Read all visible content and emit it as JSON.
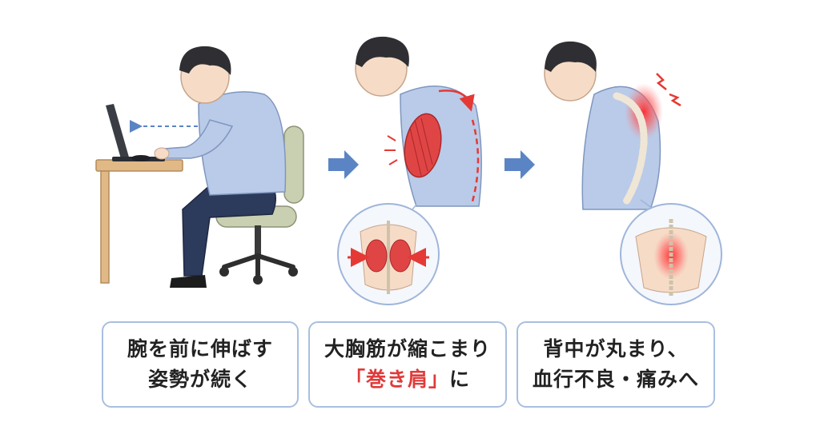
{
  "colors": {
    "shirt": "#b9cbe8",
    "shirt_shadow": "#9fb5da",
    "pants": "#2c3b5c",
    "hair": "#2f2f33",
    "skin": "#f6dcc7",
    "muscle": "#e04545",
    "accent_arrow": "#5b84c4",
    "pain": "#e53935",
    "caption_border": "#a9bfe0",
    "desk": "#e0b987",
    "chair": "#c9cfb1"
  },
  "icons": [
    "right-arrow-icon",
    "pain-spark-icon",
    "double-arrow-icon"
  ],
  "captions": {
    "step1": {
      "line1": "腕を前に伸ばす",
      "line2": "姿勢が続く"
    },
    "step2": {
      "line1": "大胸筋が縮こまり",
      "line2_highlight": "「巻き肩」",
      "line2_rest": "に"
    },
    "step3": {
      "line1": "背中が丸まり、",
      "line2": "血行不良・痛みへ"
    }
  }
}
